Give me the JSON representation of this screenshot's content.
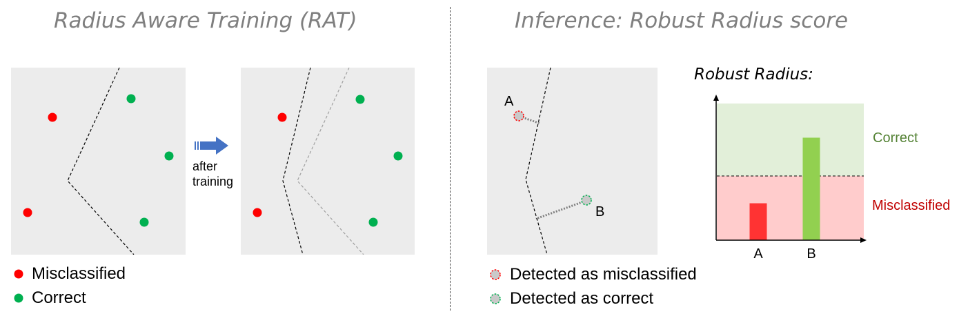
{
  "left_section": {
    "title": "Radius Aware Training (RAT)",
    "arrow_caption": [
      "after",
      "training"
    ],
    "legend": [
      {
        "label": "Misclassified",
        "color": "#ff0000"
      },
      {
        "label": "Correct",
        "color": "#00b050"
      }
    ]
  },
  "right_section": {
    "title": "Inference: Robust Radius score",
    "point_labels": {
      "a": "A",
      "b": "B"
    },
    "legend": [
      {
        "label": "Detected as misclassified",
        "ring_color": "#ff0000"
      },
      {
        "label": "Detected as correct",
        "ring_color": "#00b050"
      }
    ]
  },
  "chart_data": {
    "type": "bar",
    "title": "Robust Radius:",
    "categories": [
      "A",
      "B"
    ],
    "values": [
      0.27,
      0.75
    ],
    "bar_colors": [
      "#ff3333",
      "#92d050"
    ],
    "ylim": [
      0,
      1
    ],
    "threshold": 0.47,
    "regions": [
      {
        "label": "Correct",
        "color": "#e2efd9",
        "label_color": "#548235"
      },
      {
        "label": "Misclassified",
        "color": "#ffcccc",
        "label_color": "#c00000"
      }
    ]
  },
  "colors": {
    "misclassified": "#ff0000",
    "correct": "#00b050",
    "arrow": "#4472c4",
    "panel_bg": "#ececec",
    "title_gray": "#7f7f7f"
  }
}
